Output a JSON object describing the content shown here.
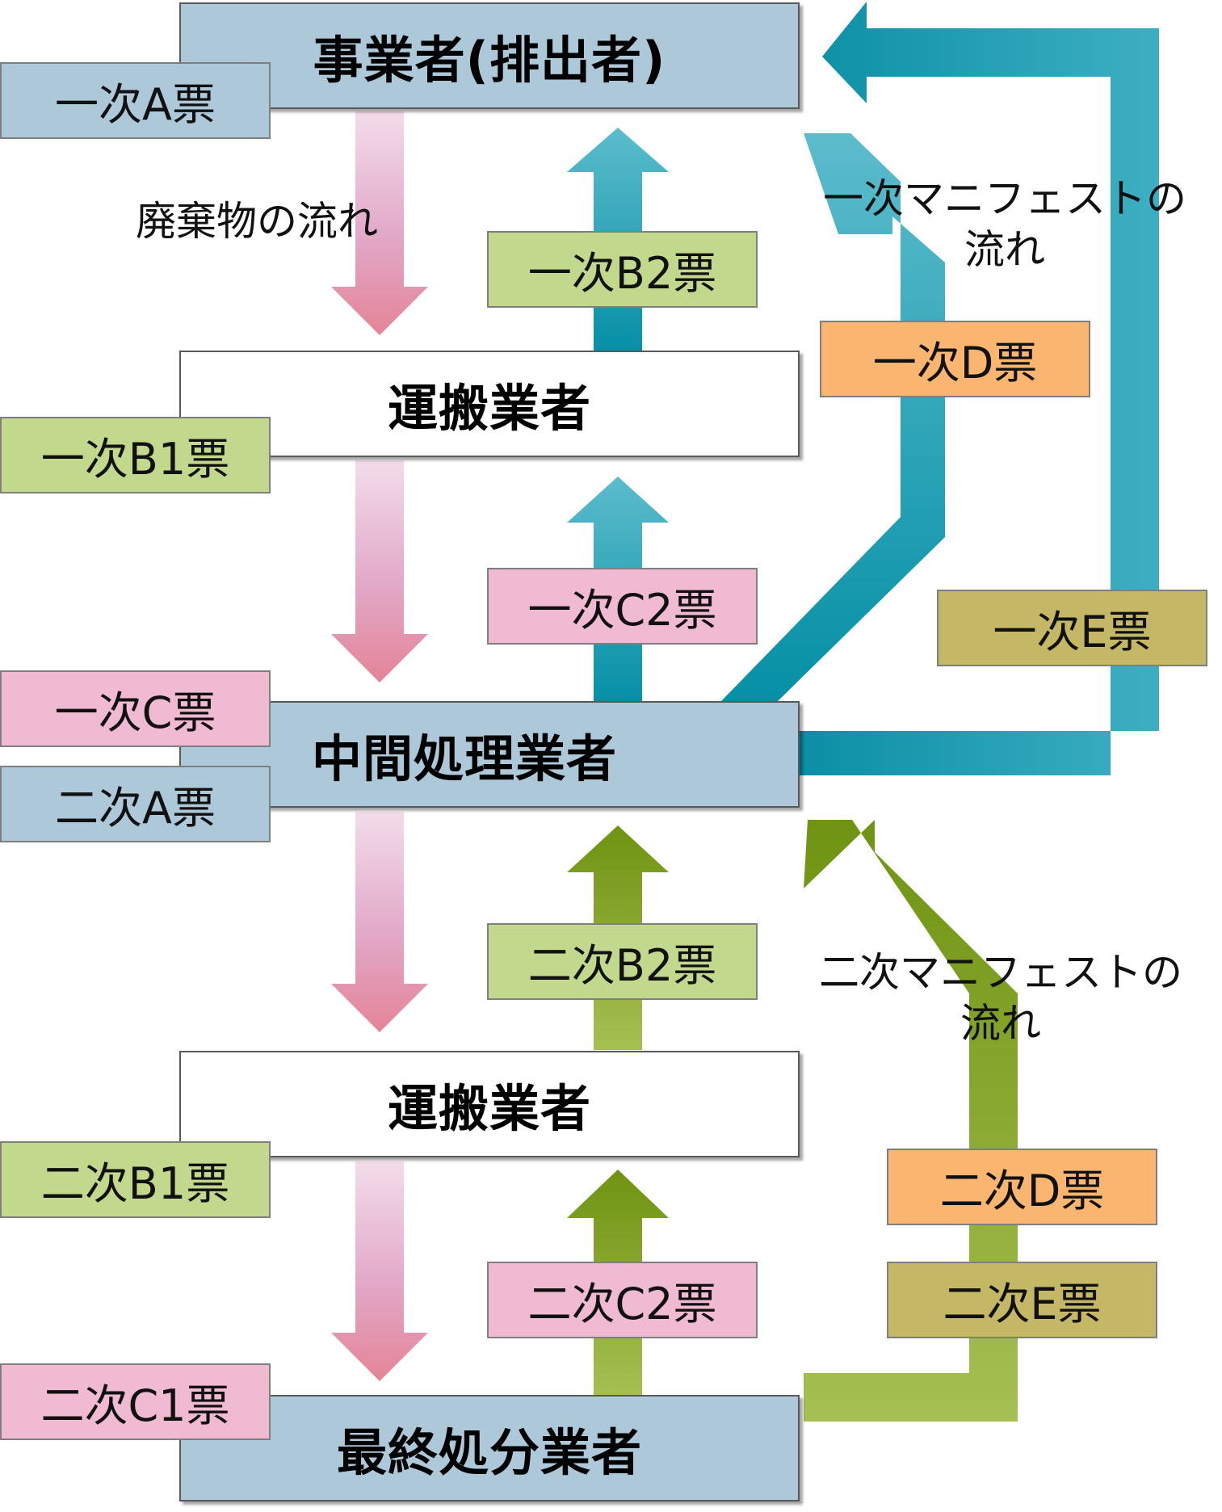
{
  "entities": {
    "emitter": "事業者(排出者)",
    "transporter_1": "運搬業者",
    "intermediate": "中間処理業者",
    "transporter_2": "運搬業者",
    "final": "最終処分業者"
  },
  "slips": {
    "p_a": "一次A票",
    "p_b1": "一次B1票",
    "p_b2": "一次B2票",
    "p_c": "一次C票",
    "p_c2": "一次C2票",
    "p_d": "一次D票",
    "p_e": "一次E票",
    "s_a": "二次A票",
    "s_b1": "二次B1票",
    "s_b2": "二次B2票",
    "s_c1": "二次C1票",
    "s_c2": "二次C2票",
    "s_d": "二次D票",
    "s_e": "二次E票"
  },
  "notes": {
    "waste_flow": "廃棄物の流れ",
    "primary_flow": "一次マニフェストの\n流れ",
    "secondary_flow": "二次マニフェストの\n流れ"
  },
  "colors": {
    "entity_blue": "#adc8d8",
    "entity_white": "#ffffff",
    "slip_green": "#c2d88c",
    "slip_pink": "#f1bad3",
    "slip_orange": "#fab570",
    "slip_olive": "#c4b866",
    "primary_arrow": "#0d9ab0",
    "secondary_arrow": "#7d9e22",
    "waste_arrow": "#e19aac"
  }
}
